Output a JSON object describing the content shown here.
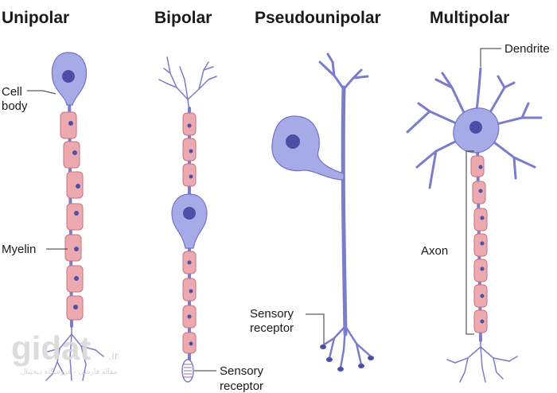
{
  "titles": {
    "unipolar": "Unipolar",
    "bipolar": "Bipolar",
    "pseudounipolar": "Pseudounipolar",
    "multipolar": "Multipolar"
  },
  "labels": {
    "cell_body_line1": "Cell",
    "cell_body_line2": "body",
    "myelin": "Myelin",
    "dendrite": "Dendrite",
    "axon": "Axon",
    "sensory_receptor_pseudo_line1": "Sensory",
    "sensory_receptor_pseudo_line2": "receptor",
    "sensory_receptor_bipolar_line1": "Sensory",
    "sensory_receptor_bipolar_line2": "receptor"
  },
  "watermark": {
    "brand": "gidat",
    "suffix": ".ir",
    "tagline": "مقاله فارسی - فروشگاه دیجیتال"
  },
  "colors": {
    "cell_body": "#a6aae6",
    "nucleus": "#4c4fa6",
    "axon": "#7a7dc9",
    "myelin": "#ecaab0"
  }
}
